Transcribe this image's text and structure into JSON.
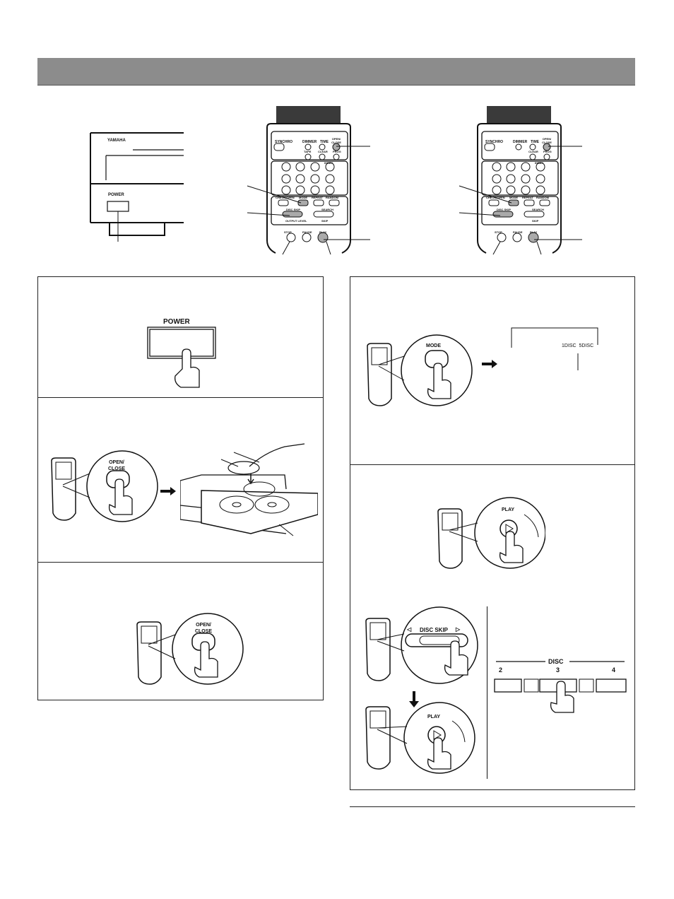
{
  "unit": {
    "brand": "YAMAHA",
    "power_label": "POWER"
  },
  "remote": {
    "row1": [
      "SYNCHRO",
      "DIMMER",
      "TIME",
      "OPEN/ CLOSE"
    ],
    "row2_left": [
      "TAPE",
      "CLEAR",
      "PROG"
    ],
    "row2_right": [
      "CLEAR",
      "PROG"
    ],
    "key_label": "INDEX",
    "row4": [
      "CHECK/OPEN",
      "MODE",
      "REPEAT",
      "RANDOM"
    ],
    "disc_skip": "DISC SKIP",
    "search": "SEARCH",
    "output": "OUTPUT LEVEL",
    "skip": "SKIP",
    "transport": [
      "STOP",
      "PAUSE",
      "PLAY"
    ]
  },
  "steps": {
    "power": "POWER",
    "open_close": "OPEN/ CLOSE",
    "mode": "MODE",
    "mode_display": "1DISC  5DISC",
    "play": "PLAY",
    "disc_skip": "DISC SKIP",
    "disc_panel": {
      "title": "DISC",
      "left": "2",
      "center": "3",
      "right": "4"
    }
  }
}
